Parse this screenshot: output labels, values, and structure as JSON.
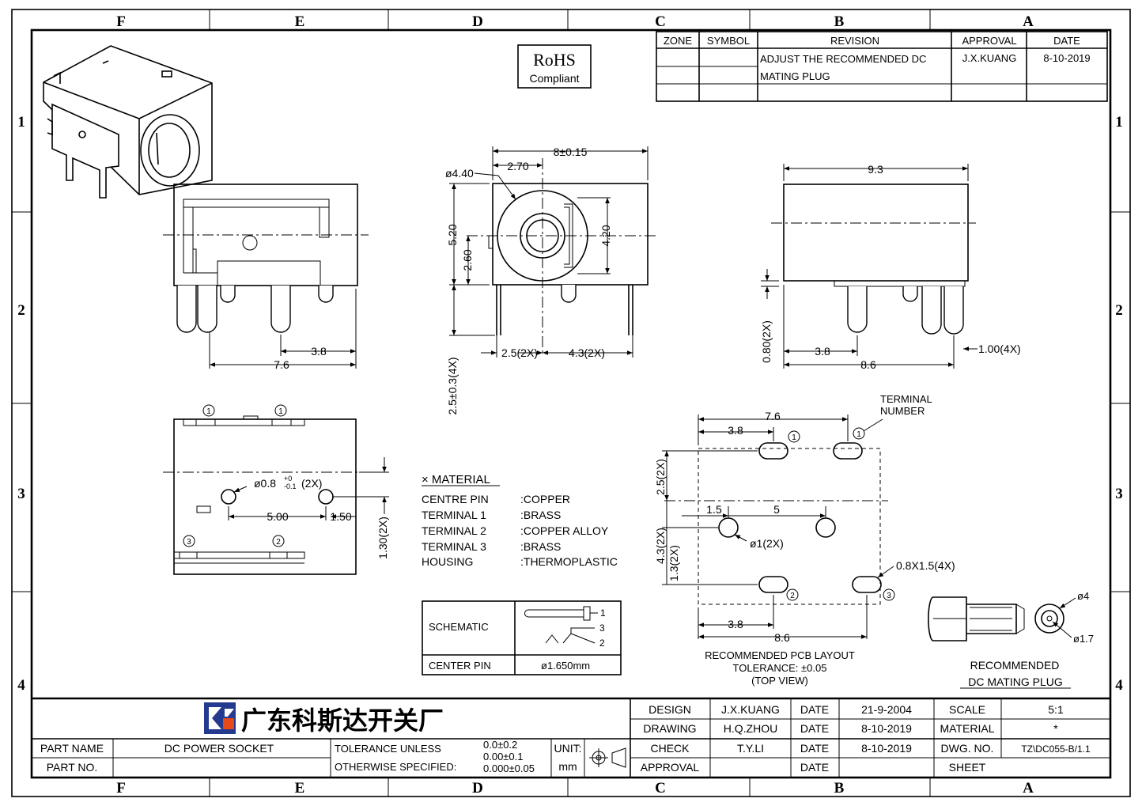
{
  "frame": {
    "cols": [
      "F",
      "E",
      "D",
      "C",
      "B",
      "A"
    ],
    "rows": [
      "1",
      "2",
      "3",
      "4"
    ]
  },
  "rohs": {
    "line1": "RoHS",
    "line2": "Compliant"
  },
  "revision": {
    "headers": [
      "ZONE",
      "SYMBOL",
      "REVISION",
      "APPROVAL",
      "DATE"
    ],
    "rev_line1": "ADJUST THE RECOMMENDED DC",
    "rev_line2": "MATING PLUG",
    "approval": "J.X.KUANG",
    "date": "8-10-2019"
  },
  "side_view": {
    "dim_a": "3.8",
    "dim_b": "7.6"
  },
  "front_view": {
    "dim_width": "8±0.15",
    "dim_offset": "2.70",
    "dia": "ø4.40",
    "h1": "5.20",
    "h2": "2.60",
    "h3": "4.20",
    "pin_len": "2.5±0.3(4X)",
    "pitch1": "2.5(2X)",
    "pitch2": "4.3(2X)"
  },
  "right_view": {
    "len": "9.3",
    "thick": "0.80(2X)",
    "dim_a": "3.8",
    "dim_b": "8.6",
    "pin": "1.00(4X)"
  },
  "bottom_view": {
    "hole": "ø0.8",
    "tol_plus": "+0",
    "tol_minus": "-0.1",
    "hole_count": "(2X)",
    "spacing": "5.00",
    "edge": "1.50",
    "height": "1.30(2X)",
    "term_1": "1",
    "term_2": "2",
    "term_3": "3"
  },
  "material": {
    "title": "× MATERIAL",
    "rows": [
      {
        "name": "CENTRE PIN",
        "value": ":COPPER"
      },
      {
        "name": "TERMINAL 1",
        "value": ":BRASS"
      },
      {
        "name": "TERMINAL 2",
        "value": ":COPPER ALLOY"
      },
      {
        "name": "TERMINAL 3",
        "value": ":BRASS"
      },
      {
        "name": "HOUSING",
        "value": ":THERMOPLASTIC"
      }
    ]
  },
  "schematic": {
    "label": "SCHEMATIC",
    "pin_label": "CENTER PIN",
    "pin_value": "ø1.650mm",
    "n1": "1",
    "n2": "2",
    "n3": "3"
  },
  "pcb": {
    "terminal_number": "TERMINAL",
    "terminal_number2": "NUMBER",
    "d76": "7.6",
    "d38": "3.8",
    "d25": "2.5(2X)",
    "d15": "1.5",
    "d5": "5",
    "d43": "4.3(2X)",
    "d13": "1.3(2X)",
    "hole": "ø1(2X)",
    "slot": "0.8X1.5(4X)",
    "b38": "3.8",
    "b86": "8.6",
    "caption1": "RECOMMENDED PCB LAYOUT",
    "caption2": "TOLERANCE: ±0.05",
    "caption3": "(TOP VIEW)"
  },
  "plug": {
    "d4": "ø4",
    "d17": "ø1.7",
    "caption1": "RECOMMENDED",
    "caption2": "DC MATING PLUG"
  },
  "title_block": {
    "company": "广东科斯达开关厂",
    "part_name_label": "PART NAME",
    "part_name": "DC POWER SOCKET",
    "part_no_label": "PART NO.",
    "tol_label1": "TOLERANCE UNLESS",
    "tol_label2": "OTHERWISE SPECIFIED:",
    "tol1": "0.0±0.2",
    "tol2": "0.00±0.1",
    "tol3": "0.000±0.05",
    "unit_label": "UNIT:",
    "unit": "mm",
    "design_label": "DESIGN",
    "design": "J.X.KUANG",
    "drawing_label": "DRAWING",
    "drawing": "H.Q.ZHOU",
    "check_label": "CHECK",
    "check": "T.Y.LI",
    "approval_label": "APPROVAL",
    "date_label": "DATE",
    "date1": "21-9-2004",
    "date2": "8-10-2019",
    "date3": "8-10-2019",
    "scale_label": "SCALE",
    "scale": "5:1",
    "material_label": "MATERIAL",
    "material": "*",
    "dwg_label": "DWG. NO.",
    "dwg": "TZ\\DC055-B/1.1",
    "sheet_label": "SHEET"
  }
}
